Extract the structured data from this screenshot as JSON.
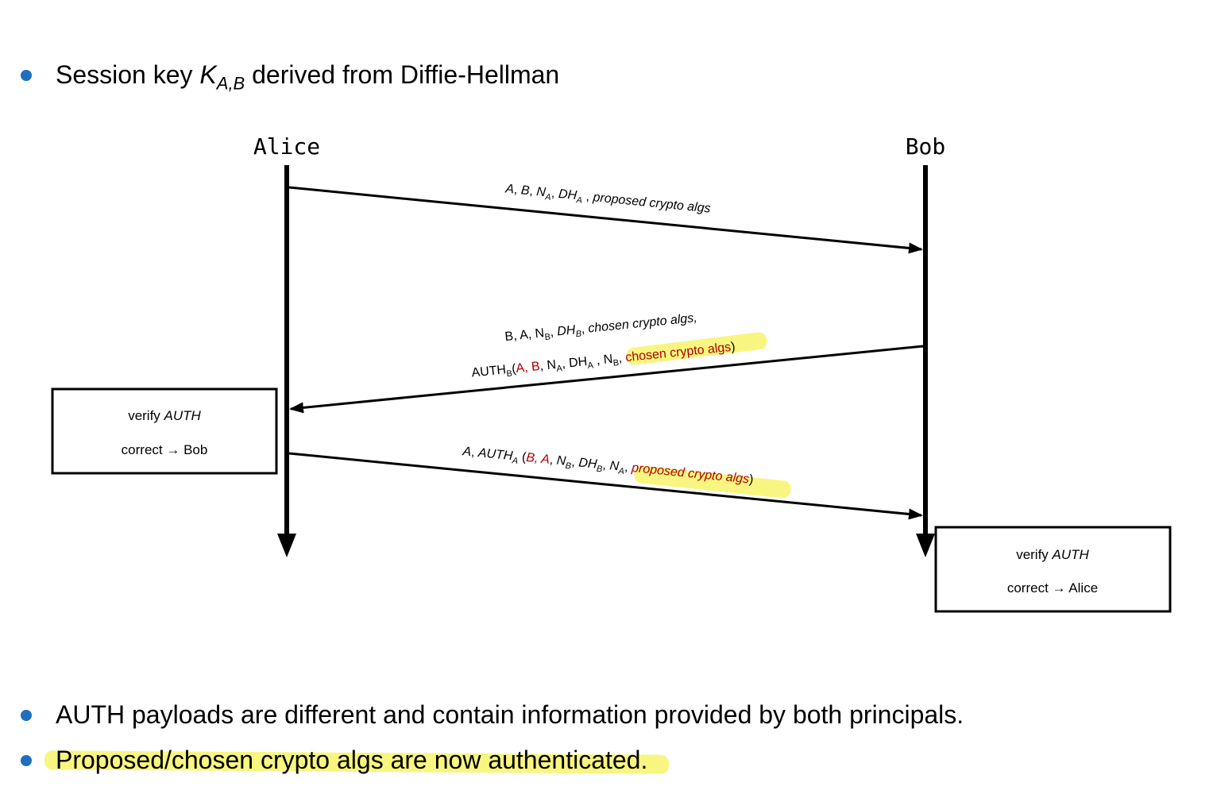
{
  "bullets": {
    "b1": {
      "prefix": "Session key ",
      "key_symbol": "K",
      "key_subscript": "A,B",
      "suffix": " derived from Diffie-Hellman"
    },
    "b2": "AUTH payloads are different and contain information provided by both principals.",
    "b3": "Proposed/chosen crypto algs are now authenticated."
  },
  "participants": {
    "left": "Alice",
    "right": "Bob"
  },
  "messages": {
    "m1": {
      "A": "A",
      "sep1": ", ",
      "B": "B",
      "sep2": ", ",
      "N": "N",
      "N_sub": "A",
      "sep3": ", ",
      "DH": "DH",
      "DH_sub": "A",
      "sep4": " , ",
      "algs": "proposed crypto algs"
    },
    "m2": {
      "line1": {
        "B": "B",
        "sep1": ", ",
        "A": "A",
        "sep2": ", ",
        "N": "N",
        "N_sub": "B",
        "sep3": ", ",
        "DH": "DH",
        "DH_sub": "B",
        "sep4": ", ",
        "algs": "chosen crypto algs,"
      },
      "line2": {
        "auth": "AUTH",
        "auth_sub": "B",
        "open": "(",
        "red_ids": "A, B",
        "sep1": ", ",
        "N": "N",
        "N_sub": "A",
        "sep2": ", ",
        "DH": "DH",
        "DH_sub": "A",
        "sep3": " , ",
        "N2": "N",
        "N2_sub": "B",
        "sep4": ", ",
        "red_algs": "chosen crypto algs",
        "close": ")"
      }
    },
    "m3": {
      "A": "A",
      "sep0": ", ",
      "auth": "AUTH",
      "auth_sub": "A",
      "open": " (",
      "red_ids": "B, A",
      "sep1": ", ",
      "N": "N",
      "N_sub": "B",
      "sep2": ", ",
      "DH": "DH",
      "DH_sub": "B",
      "sep3": ", ",
      "N2": "N",
      "N2_sub": "A",
      "sep4": ", ",
      "red_algs": "proposed crypto algs",
      "close": ")"
    }
  },
  "boxes": {
    "alice": {
      "verify": "verify ",
      "auth": "AUTH",
      "correct": "correct → Bob"
    },
    "bob": {
      "verify": "verify ",
      "auth": "AUTH",
      "correct": "correct → Alice"
    }
  },
  "colors": {
    "bullet": "#1f6fbf",
    "emphasis_red": "#b00000",
    "highlight": "#f7f56a"
  }
}
